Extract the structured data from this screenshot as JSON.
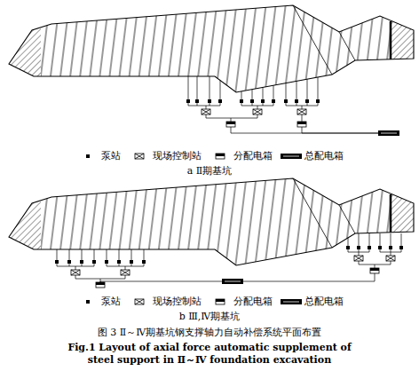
{
  "diagram": {
    "caption": "图 3 Ⅱ～Ⅳ期基坑钢支撑轴力自动补偿系统平面布置",
    "labels": [
      "a Ⅱ期基坑",
      "b Ⅲ,Ⅳ期基坑",
      "Fig.1 Layout of axial force automatic supplement of steel support in Ⅱ～Ⅳ foundation excavation"
    ],
    "legend": [
      {
        "text": "泵站"
      },
      {
        "text": "现场控制站"
      },
      {
        "text": "分配电箱"
      },
      {
        "text": "总配电箱"
      },
      {
        "text": "泵站"
      },
      {
        "text": "现场控制站"
      },
      {
        "text": "分配电箱"
      },
      {
        "text": "总配电箱"
      }
    ]
  }
}
